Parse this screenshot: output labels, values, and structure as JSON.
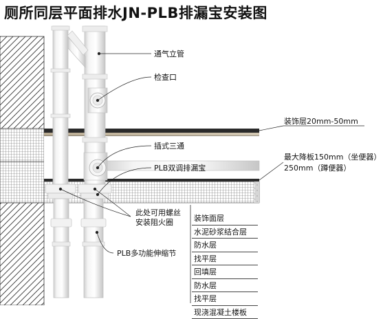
{
  "title": "厕所同层平面排水JN-PLB排漏宝安装图",
  "labels": {
    "vent_pipe": "通气立管",
    "inspection_port": "检查口",
    "finish_layer": "装饰层20mm-50mm",
    "plug_tee": "插式三通",
    "max_drop": "最大降板150mm（坐便器）",
    "max_drop_2": "250mm（蹲便器）",
    "plb_drain": "PLB双调排漏宝",
    "fire_ring": "此处可用螺丝",
    "fire_ring_2": "安装阻火圈",
    "expansion": "PLB多功能伸缩节"
  },
  "layers": [
    "装饰面层",
    "水泥砂浆结合层",
    "防水层",
    "找平层",
    "回填层",
    "防水层",
    "找平层",
    "现浇混凝土楼板"
  ],
  "colors": {
    "pipe": "#f7f7f7",
    "pipe_edge": "#bdbdbd",
    "ink": "#111111"
  }
}
